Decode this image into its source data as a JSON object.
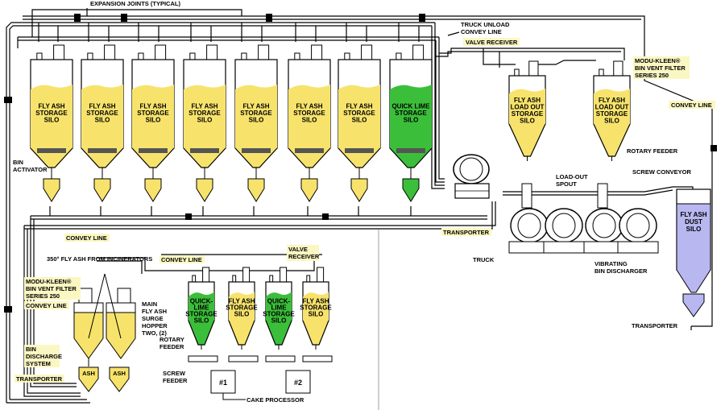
{
  "colors": {
    "fly_ash": "#f7e36c",
    "quick_lime": "#3bbf3a",
    "dust": "#b9b7f0",
    "label_highlight": "#fbf7c2",
    "line": "#000000"
  },
  "labels": {
    "expansion_joints": "EXPANSION JOINTS (TYPICAL)",
    "truck_unload": [
      "TRUCK UNLOAD",
      "CONVEY LINE"
    ],
    "valve_receiver_top": "VALVE RECEIVER",
    "modu_kleen_right": [
      "MODU-KLEEN®",
      "BIN VENT FILTER",
      "SERIES 250"
    ],
    "convey_line_right": "CONVEY LINE",
    "rotary_feeder_right": "ROTARY FEEDER",
    "load_out_spout": [
      "LOAD-OUT",
      "SPOUT"
    ],
    "screw_conveyor": "SCREW CONVEYOR",
    "bin_activator": [
      "BIN",
      "ACTIVATOR"
    ],
    "transporter_mid": "TRANSPORTER",
    "convey_line_mid": "CONVEY LINE",
    "truck": "TRUCK",
    "fly_ash_from_incinerators": "350° FLY ASH FROM INCINERATORS",
    "convey_line_mid2": "CONVEY LINE",
    "valve_receiver_mid": [
      "VALVE",
      "RECEIVER"
    ],
    "modu_kleen_left": [
      "MODU-KLEEN®",
      "BIN VENT FILTER",
      "SERIES 250"
    ],
    "convey_line_left": "CONVEY LINE",
    "main_hopper": [
      "MAIN",
      "FLY ASH",
      "SURGE",
      "HOPPER",
      "TWO, (2)"
    ],
    "bin_discharge": [
      "BIN",
      "DISCHARGE",
      "SYSTEM"
    ],
    "transporter_left": "TRANSPORTER",
    "ash": "ASH",
    "rotary_feeder_bottom": [
      "ROTARY",
      "FEEDER"
    ],
    "screw_feeder": [
      "SCREW",
      "FEEDER"
    ],
    "cake_processor": "CAKE PROCESSOR",
    "cake_1": "#1",
    "cake_2": "#2",
    "vibrating_bin": [
      "VIBRATING",
      "BIN DISCHARGER"
    ],
    "transporter_right": "TRANSPORTER"
  },
  "top_silos": [
    {
      "lines": [
        "FLY ASH",
        "STORAGE",
        "SILO"
      ],
      "material": "fly_ash"
    },
    {
      "lines": [
        "FLY ASH",
        "STORAGE",
        "SILO"
      ],
      "material": "fly_ash"
    },
    {
      "lines": [
        "FLY ASH",
        "STORAGE",
        "SILO"
      ],
      "material": "fly_ash"
    },
    {
      "lines": [
        "FLY ASH",
        "STORAGE",
        "SILO"
      ],
      "material": "fly_ash"
    },
    {
      "lines": [
        "FLY ASH",
        "STORAGE",
        "SILO"
      ],
      "material": "fly_ash"
    },
    {
      "lines": [
        "FLY ASH",
        "STORAGE",
        "SILO"
      ],
      "material": "fly_ash"
    },
    {
      "lines": [
        "FLY ASH",
        "STORAGE",
        "SILO"
      ],
      "material": "fly_ash"
    },
    {
      "lines": [
        "QUICK LIME",
        "STORAGE",
        "SILO"
      ],
      "material": "quick_lime"
    }
  ],
  "loadout_silos": [
    {
      "lines": [
        "FLY ASH",
        "LOAD OUT",
        "STORAGE",
        "SILO"
      ],
      "material": "fly_ash"
    },
    {
      "lines": [
        "FLY ASH",
        "LOAD OUT",
        "STORAGE",
        "SILO"
      ],
      "material": "fly_ash"
    }
  ],
  "bottom_silos": [
    {
      "lines": [
        "QUICK-",
        "LIME",
        "STORAGE",
        "SILO"
      ],
      "material": "quick_lime"
    },
    {
      "lines": [
        "FLY ASH",
        "STORAGE",
        "SILO"
      ],
      "material": "fly_ash"
    },
    {
      "lines": [
        "QUICK-",
        "LIME",
        "STORAGE",
        "SILO"
      ],
      "material": "quick_lime"
    },
    {
      "lines": [
        "FLY ASH",
        "STORAGE",
        "SILO"
      ],
      "material": "fly_ash"
    }
  ],
  "dust_silo": {
    "lines": [
      "FLY ASH",
      "DUST",
      "SILO"
    ],
    "material": "dust"
  }
}
